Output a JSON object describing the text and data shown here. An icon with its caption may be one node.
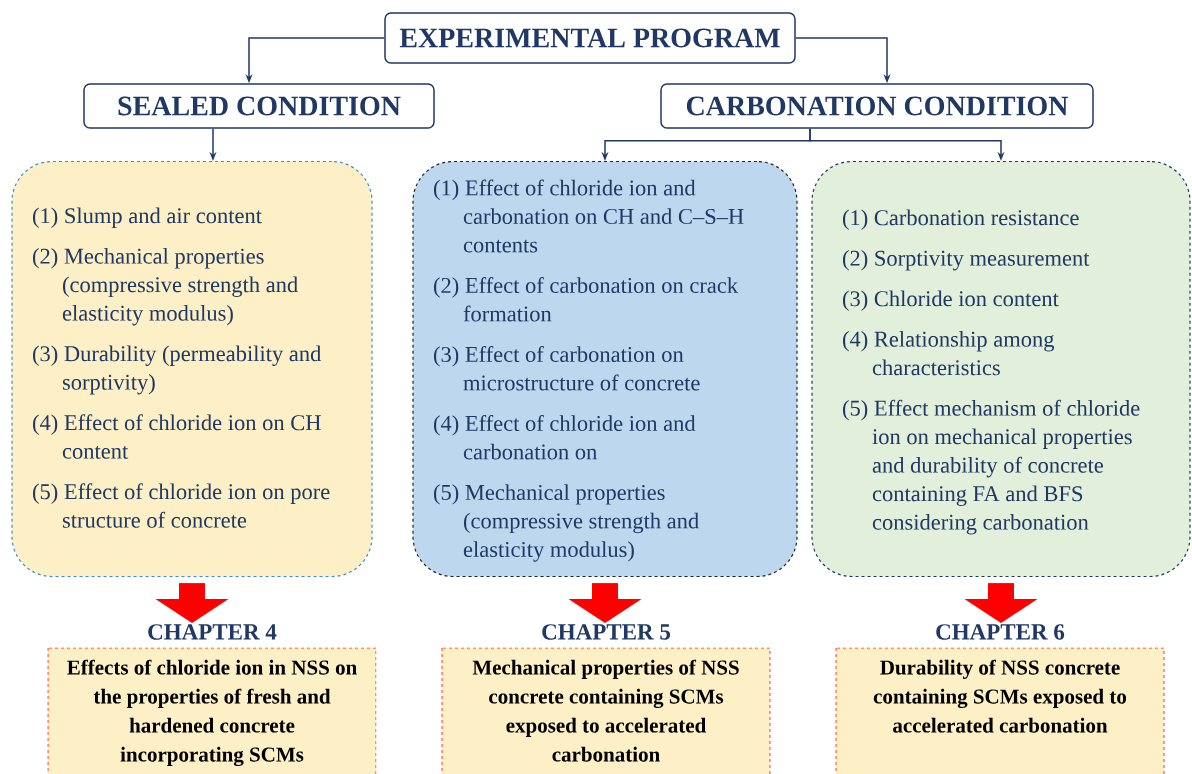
{
  "diagram": {
    "nodes": [
      {
        "text": [
          "EXPERIMENTAL PROGRAM"
        ]
      },
      {
        "text": [
          "SEALED CONDITION"
        ]
      },
      {
        "text": [
          "CARBONATION CONDITION"
        ]
      },
      {
        "text": [
          "(1) Slump and air content",
          "(2) Mechanical properties (compressive strength and elasticity modulus)",
          "(3) Durability (permeability and sorptivity)",
          "(4) Effect of chloride ion on CH content",
          "(5) Effect of chloride ion on pore structure of concrete"
        ]
      },
      {
        "text": [
          "(1) Effect of chloride ion and carbonation on CH and C–S–H contents",
          "(2) Effect of carbonation on crack formation",
          "(3) Effect of carbonation on microstructure of concrete",
          "(4) Effect of chloride ion and carbonation on",
          "(5) Mechanical properties (compressive strength and elasticity modulus)"
        ]
      },
      {
        "text": [
          "(1) Carbonation resistance",
          "(2) Sorptivity measurement",
          "(3) Chloride ion content",
          "(4) Relationship among characteristics",
          "(5) Effect mechanism of chloride ion on mechanical properties and durability of concrete containing FA and BFS considering carbonation"
        ]
      },
      {
        "text": [
          "CHAPTER 4",
          "Effects of chloride ion in NSS on the properties of fresh and hardened concrete incorporating SCMs"
        ]
      },
      {
        "text": [
          "CHAPTER 5",
          "Mechanical properties of NSS concrete containing SCMs exposed to accelerated carbonation"
        ]
      },
      {
        "text": [
          "CHAPTER 6",
          "Durability of NSS concrete containing SCMs exposed to accelerated carbonation"
        ]
      }
    ],
    "edges": [
      {
        "from": 0,
        "to": 1,
        "arrow": "to"
      },
      {
        "from": 0,
        "to": 2,
        "arrow": "to"
      },
      {
        "from": 1,
        "to": 3,
        "arrow": "to"
      },
      {
        "from": 2,
        "to": 4,
        "arrow": "to"
      },
      {
        "from": 2,
        "to": 5,
        "arrow": "to"
      },
      {
        "from": 3,
        "to": 6,
        "arrow": "to",
        "style": "thick",
        "color": "#ff0000"
      },
      {
        "from": 4,
        "to": 7,
        "arrow": "to",
        "style": "thick",
        "color": "#ff0000"
      },
      {
        "from": 5,
        "to": 8,
        "arrow": "to",
        "style": "thick",
        "color": "#ff0000"
      }
    ]
  }
}
